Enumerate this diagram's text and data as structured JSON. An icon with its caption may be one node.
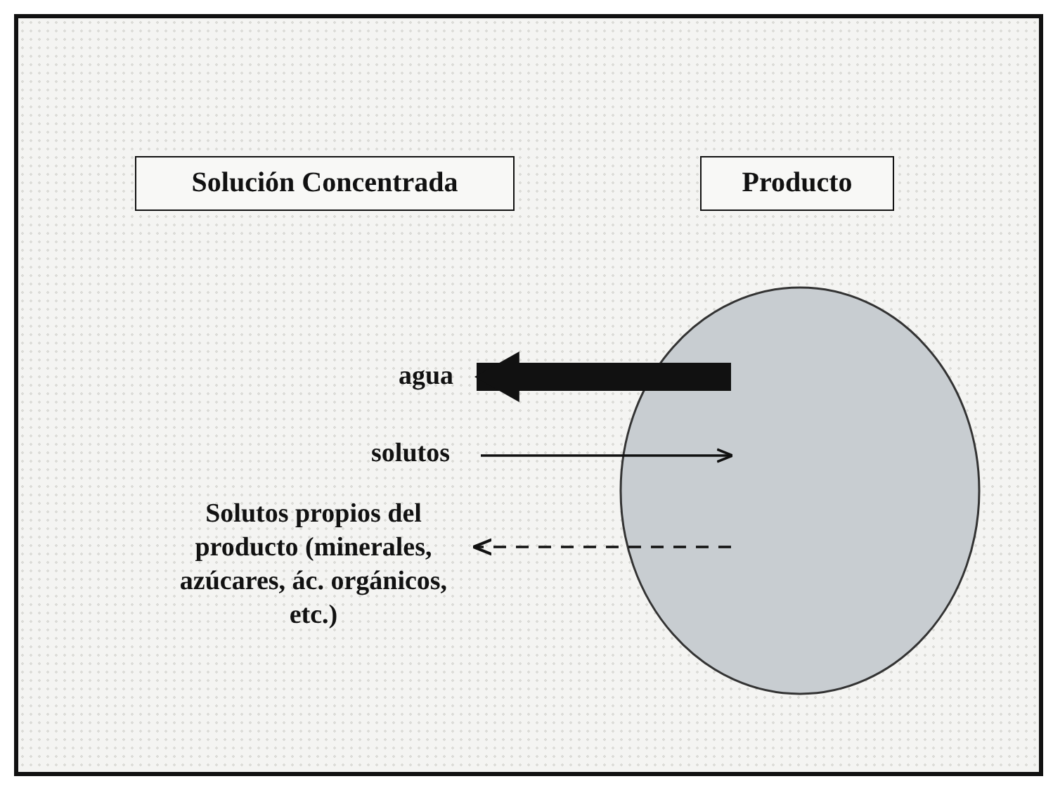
{
  "diagram": {
    "nodes": [
      {
        "text": [
          "Solución Concentrada"
        ]
      },
      {
        "text": [
          "Producto"
        ]
      },
      {
        "text": [],
        "shape": "circle"
      },
      {
        "text": [
          "agua"
        ]
      },
      {
        "text": [
          "solutos"
        ]
      },
      {
        "text": [
          "Solutos propios del producto (minerales, azúcares, ác. orgánicos, etc.)"
        ]
      }
    ],
    "edges": [
      {
        "from": 2,
        "to": 3,
        "arrow": "to",
        "style": "thick"
      },
      {
        "from": 4,
        "to": 2,
        "arrow": "to"
      },
      {
        "from": 2,
        "to": 5,
        "arrow": "to",
        "style": "dashed"
      }
    ]
  }
}
